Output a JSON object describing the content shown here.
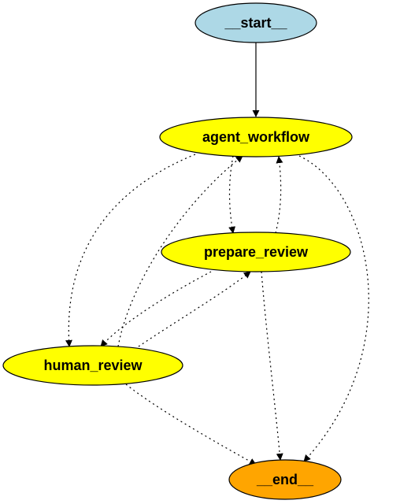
{
  "colors": {
    "start_fill": "#add8e6",
    "end_fill": "#ffa500",
    "step_fill": "#ffff00",
    "stroke": "#000000"
  },
  "nodes": {
    "start": {
      "label": "__start__"
    },
    "agent_workflow": {
      "label": "agent_workflow"
    },
    "prepare_review": {
      "label": "prepare_review"
    },
    "human_review": {
      "label": "human_review"
    },
    "end": {
      "label": "__end__"
    }
  },
  "edges": [
    {
      "from": "__start__",
      "to": "agent_workflow",
      "style": "solid"
    },
    {
      "from": "agent_workflow",
      "to": "human_review",
      "style": "dotted"
    },
    {
      "from": "agent_workflow",
      "to": "prepare_review",
      "style": "dotted"
    },
    {
      "from": "agent_workflow",
      "to": "__end__",
      "style": "dotted"
    },
    {
      "from": "prepare_review",
      "to": "agent_workflow",
      "style": "dotted"
    },
    {
      "from": "prepare_review",
      "to": "human_review",
      "style": "dotted"
    },
    {
      "from": "prepare_review",
      "to": "__end__",
      "style": "dotted"
    },
    {
      "from": "human_review",
      "to": "agent_workflow",
      "style": "dotted"
    },
    {
      "from": "human_review",
      "to": "prepare_review",
      "style": "dotted"
    },
    {
      "from": "human_review",
      "to": "__end__",
      "style": "dotted"
    }
  ]
}
